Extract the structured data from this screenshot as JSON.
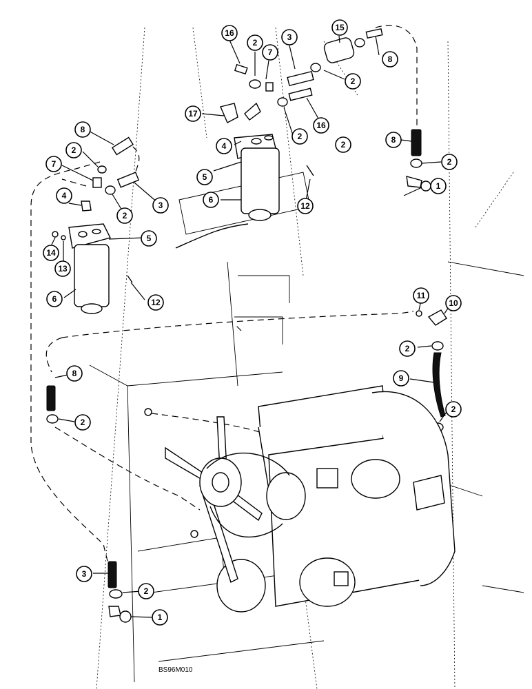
{
  "figure_code": "BS96M010",
  "callouts": [
    {
      "label": "16"
    },
    {
      "label": "2"
    },
    {
      "label": "7"
    },
    {
      "label": "3"
    },
    {
      "label": "15"
    },
    {
      "label": "2"
    },
    {
      "label": "8"
    },
    {
      "label": "17"
    },
    {
      "label": "16"
    },
    {
      "label": "2"
    },
    {
      "label": "2"
    },
    {
      "label": "4"
    },
    {
      "label": "5"
    },
    {
      "label": "6"
    },
    {
      "label": "12"
    },
    {
      "label": "8"
    },
    {
      "label": "2"
    },
    {
      "label": "1"
    },
    {
      "label": "8"
    },
    {
      "label": "2"
    },
    {
      "label": "7"
    },
    {
      "label": "4"
    },
    {
      "label": "2"
    },
    {
      "label": "3"
    },
    {
      "label": "5"
    },
    {
      "label": "14"
    },
    {
      "label": "13"
    },
    {
      "label": "12"
    },
    {
      "label": "6"
    },
    {
      "label": "11"
    },
    {
      "label": "10"
    },
    {
      "label": "2"
    },
    {
      "label": "9"
    },
    {
      "label": "2"
    },
    {
      "label": "8"
    },
    {
      "label": "2"
    },
    {
      "label": "3"
    },
    {
      "label": "2"
    },
    {
      "label": "1"
    }
  ]
}
